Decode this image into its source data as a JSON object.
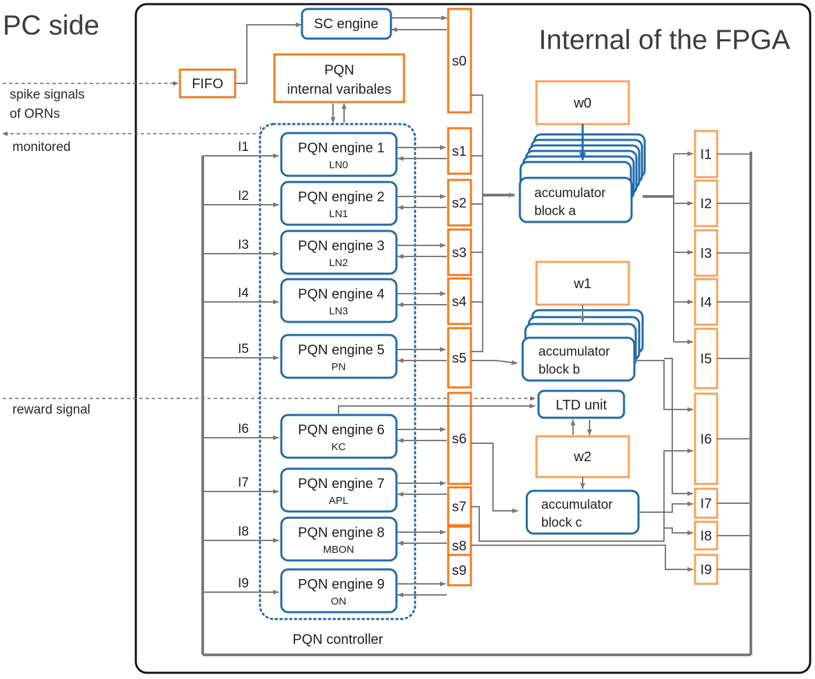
{
  "pc_side_title": "PC side",
  "fpga_title": "Internal of the FPGA",
  "signals": {
    "spike_1": "spike signals",
    "spike_2": "of ORNs",
    "monitored": "monitored",
    "reward": "reward signal"
  },
  "fifo": "FIFO",
  "sc_engine": "SC engine",
  "pqn_vars_1": "PQN",
  "pqn_vars_2": "internal varibales",
  "controller_label": "PQN controller",
  "engines": [
    {
      "name": "PQN engine 1",
      "sub": "LN0",
      "input": "I1"
    },
    {
      "name": "PQN engine 2",
      "sub": "LN1",
      "input": "I2"
    },
    {
      "name": "PQN engine 3",
      "sub": "LN2",
      "input": "I3"
    },
    {
      "name": "PQN engine 4",
      "sub": "LN3",
      "input": "I4"
    },
    {
      "name": "PQN engine 5",
      "sub": "PN",
      "input": "I5"
    },
    {
      "name": "PQN engine 6",
      "sub": "KC",
      "input": "I6"
    },
    {
      "name": "PQN engine 7",
      "sub": "APL",
      "input": "I7"
    },
    {
      "name": "PQN engine 8",
      "sub": "MBON",
      "input": "I8"
    },
    {
      "name": "PQN engine 9",
      "sub": "ON",
      "input": "I9"
    }
  ],
  "s_regs": [
    "s0",
    "s1",
    "s2",
    "s3",
    "s4",
    "s5",
    "s6",
    "s7",
    "s8",
    "s9"
  ],
  "weights": [
    "w0",
    "w1",
    "w2"
  ],
  "acc_a": [
    "accumulator",
    "block a"
  ],
  "acc_b": [
    "accumulator",
    "block b"
  ],
  "acc_c": [
    "accumulator",
    "block c"
  ],
  "ltd": "LTD unit",
  "i_regs": [
    "I1",
    "I2",
    "I3",
    "I4",
    "I5",
    "I6",
    "I7",
    "I8",
    "I9"
  ]
}
